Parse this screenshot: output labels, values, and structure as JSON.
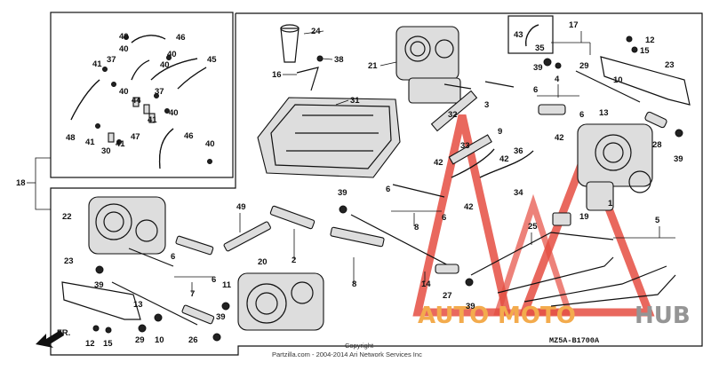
{
  "callouts": {
    "c40a": "40",
    "c46a": "46",
    "c40b": "40",
    "c41a": "41",
    "c37a": "37",
    "c40c": "40",
    "c45": "45",
    "c40d": "40",
    "c37b": "37",
    "c44": "44",
    "c40e": "40",
    "c40f": "40",
    "c41b": "41",
    "c48": "48",
    "c41c": "41",
    "c30": "30",
    "c41d": "41",
    "c47": "47",
    "c46b": "46",
    "c40g": "40",
    "c18": "18",
    "c24": "24",
    "c38": "38",
    "c16": "16",
    "c21": "21",
    "c31": "31",
    "c43": "43",
    "c35": "35",
    "c17": "17",
    "c12a": "12",
    "c15a": "15",
    "c23a": "23",
    "c39a": "39",
    "c29a": "29",
    "c10a": "10",
    "c4": "4",
    "c6a": "6",
    "c6b": "6",
    "c13a": "13",
    "c32": "32",
    "c3": "3",
    "c9": "9",
    "c36": "36",
    "c42a": "42",
    "c33": "33",
    "c42b": "42",
    "c42c": "42",
    "c28": "28",
    "c39b": "39",
    "c34": "34",
    "c42d": "42",
    "c1": "1",
    "c19": "19",
    "c22": "22",
    "c49": "49",
    "c39c": "39",
    "c6c": "6",
    "c6d": "6",
    "c8a": "8",
    "c2": "2",
    "c6e": "6",
    "c6f": "6",
    "c7": "7",
    "c20": "20",
    "c8b": "8",
    "c14": "14",
    "c27": "27",
    "c25": "25",
    "c5": "5",
    "c23b": "23",
    "c39d": "39",
    "c13b": "13",
    "c11": "11",
    "c39e": "39",
    "c29b": "29",
    "c10b": "10",
    "c26": "26",
    "c12b": "12",
    "c15b": "15",
    "c39f": "39"
  },
  "direction_label": "FR.",
  "diagram_code": "MZ5A-B1700A",
  "copyright_label": "Copyright",
  "copyright_text": "Partzilla.com - 2004-2014 Ari Network Services Inc",
  "watermark": {
    "part1": "AUTO",
    "part2": "MOTO",
    "part3": "HUB"
  },
  "colors": {
    "watermark_red": "#e23b2e",
    "watermark_orange": "#f2a23a",
    "watermark_grey": "#8a8a8a"
  }
}
